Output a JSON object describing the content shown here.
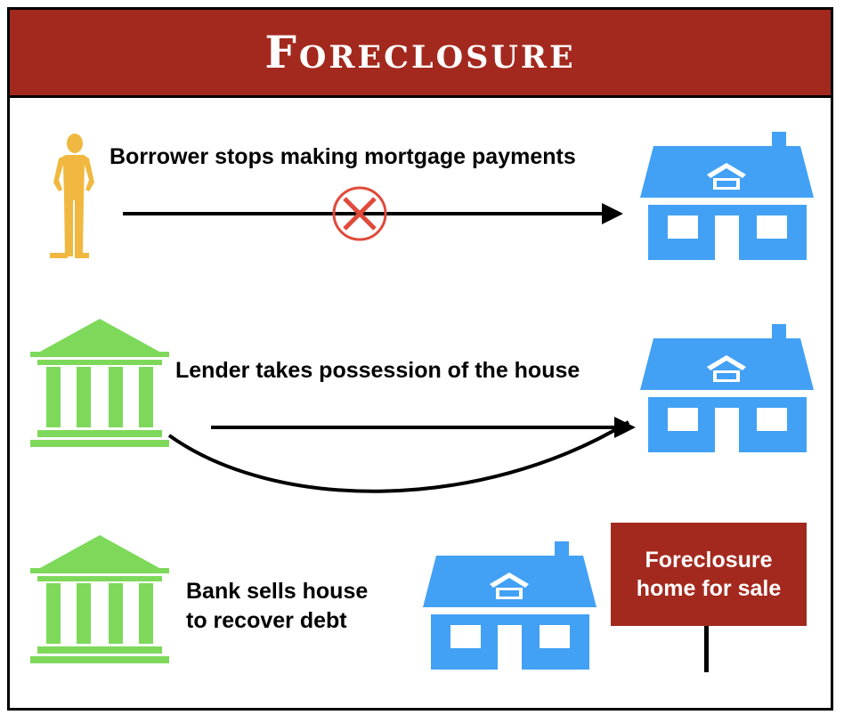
{
  "title": "Foreclosure",
  "steps": [
    {
      "label": "Borrower stops making mortgage payments"
    },
    {
      "label": "Lender takes possession of the house"
    },
    {
      "label": "Bank sells house\nto recover debt"
    }
  ],
  "sign": {
    "line1": "Foreclosure",
    "line2": "home for sale"
  },
  "icons": {
    "person": "person-icon",
    "bank": "bank-icon",
    "house": "house-icon",
    "blocked": "cross-circle-icon"
  },
  "colors": {
    "banner": "#a3291e",
    "person": "#f0b840",
    "bank": "#7ed95b",
    "house": "#42a1f5",
    "cross": "#e04a3a"
  }
}
